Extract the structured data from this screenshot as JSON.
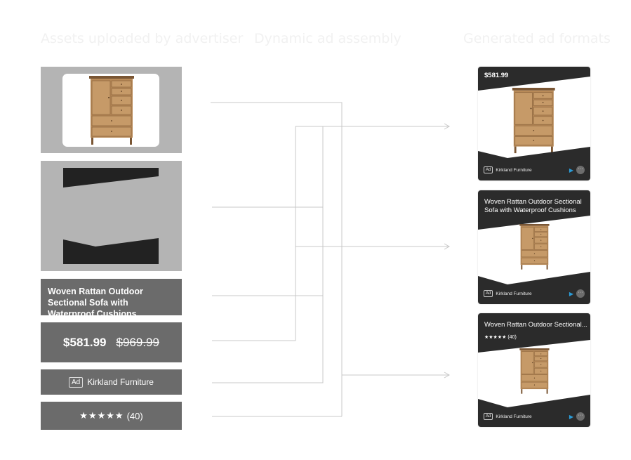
{
  "columns": {
    "assets": "Assets uploaded by advertiser",
    "engine": "Dynamic ad assembly",
    "results": "Generated ad formats"
  },
  "product": {
    "title": "Woven Rattan Outdoor Sectional Sofa with Waterproof Cushions",
    "title_short": "Woven Rattan Outdoor Sectional...",
    "price": "$581.99",
    "original_price": "$969.99",
    "ad_label": "Ad",
    "brand": "Kirkland Furniture",
    "stars": "★★★★★",
    "rating_count": "(40)"
  },
  "icons": {
    "play": "play-icon",
    "more": "more-options-icon",
    "dresser": "dresser-product-image"
  },
  "colors": {
    "tile_gray": "#b4b4b4",
    "tile_dark": "#6b6b6b",
    "ad_band": "#2b2b2b",
    "connector": "#c8c8c8",
    "play_accent": "#2b9bd6"
  }
}
